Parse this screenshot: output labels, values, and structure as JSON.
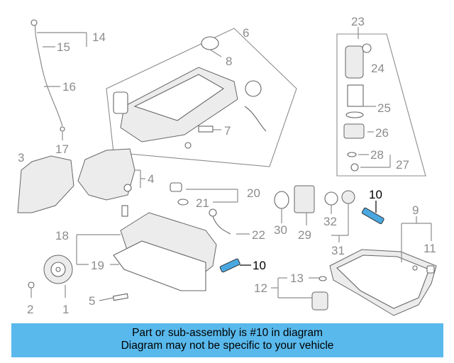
{
  "callouts": {
    "c1": "1",
    "c2": "2",
    "c3": "3",
    "c4": "4",
    "c5": "5",
    "c6": "6",
    "c7": "7",
    "c8": "8",
    "c9": "9",
    "c10a": "10",
    "c10b": "10",
    "c11": "11",
    "c12": "12",
    "c13": "13",
    "c14": "14",
    "c15": "15",
    "c16": "16",
    "c17": "17",
    "c18": "18",
    "c19": "19",
    "c20": "20",
    "c21": "21",
    "c22": "22",
    "c23": "23",
    "c24": "24",
    "c25": "25",
    "c26": "26",
    "c27": "27",
    "c28": "28",
    "c29": "29",
    "c30": "30",
    "c31": "31",
    "c32": "32"
  },
  "highlight": {
    "part_number": "10",
    "color": "#4aa8e0"
  },
  "banner": {
    "line1": "Part or sub-assembly is #10 in diagram",
    "line2": "Diagram may not be specific to your vehicle",
    "background": "#59b9ec"
  }
}
